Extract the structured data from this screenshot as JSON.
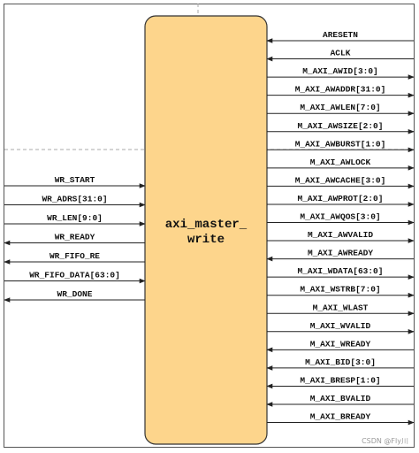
{
  "module": {
    "name_line1": "axi_master_",
    "name_line2": "write",
    "fill": "#fdd58c",
    "stroke": "#333333"
  },
  "left_signals": [
    {
      "name": "WR_START",
      "dir": "in"
    },
    {
      "name": "WR_ADRS[31:0]",
      "dir": "in"
    },
    {
      "name": "WR_LEN[9:0]",
      "dir": "in"
    },
    {
      "name": "WR_READY",
      "dir": "out"
    },
    {
      "name": "WR_FIFO_RE",
      "dir": "out"
    },
    {
      "name": "WR_FIFO_DATA[63:0]",
      "dir": "in"
    },
    {
      "name": "WR_DONE",
      "dir": "out"
    }
  ],
  "right_signals": [
    {
      "name": "ARESETN",
      "dir": "in"
    },
    {
      "name": "ACLK",
      "dir": "in"
    },
    {
      "name": "M_AXI_AWID[3:0]",
      "dir": "out"
    },
    {
      "name": "M_AXI_AWADDR[31:0]",
      "dir": "out"
    },
    {
      "name": "M_AXI_AWLEN[7:0]",
      "dir": "out"
    },
    {
      "name": "M_AXI_AWSIZE[2:0]",
      "dir": "out"
    },
    {
      "name": "M_AXI_AWBURST[1:0]",
      "dir": "out"
    },
    {
      "name": "M_AXI_AWLOCK",
      "dir": "out"
    },
    {
      "name": "M_AXI_AWCACHE[3:0]",
      "dir": "out"
    },
    {
      "name": "M_AXI_AWPROT[2:0]",
      "dir": "out"
    },
    {
      "name": "M_AXI_AWQOS[3:0]",
      "dir": "out"
    },
    {
      "name": "M_AXI_AWVALID",
      "dir": "out"
    },
    {
      "name": "M_AXI_AWREADY",
      "dir": "in"
    },
    {
      "name": "M_AXI_WDATA[63:0]",
      "dir": "out"
    },
    {
      "name": "M_AXI_WSTRB[7:0]",
      "dir": "out"
    },
    {
      "name": "M_AXI_WLAST",
      "dir": "out"
    },
    {
      "name": "M_AXI_WVALID",
      "dir": "out"
    },
    {
      "name": "M_AXI_WREADY",
      "dir": "in"
    },
    {
      "name": "M_AXI_BID[3:0]",
      "dir": "in"
    },
    {
      "name": "M_AXI_BRESP[1:0]",
      "dir": "in"
    },
    {
      "name": "M_AXI_BVALID",
      "dir": "in"
    },
    {
      "name": "M_AXI_BREADY",
      "dir": "out"
    }
  ],
  "watermark": "CSDN @Fly川",
  "colors": {
    "line": "#222222",
    "frame": "#555555",
    "dashed": "#aaaaaa"
  }
}
